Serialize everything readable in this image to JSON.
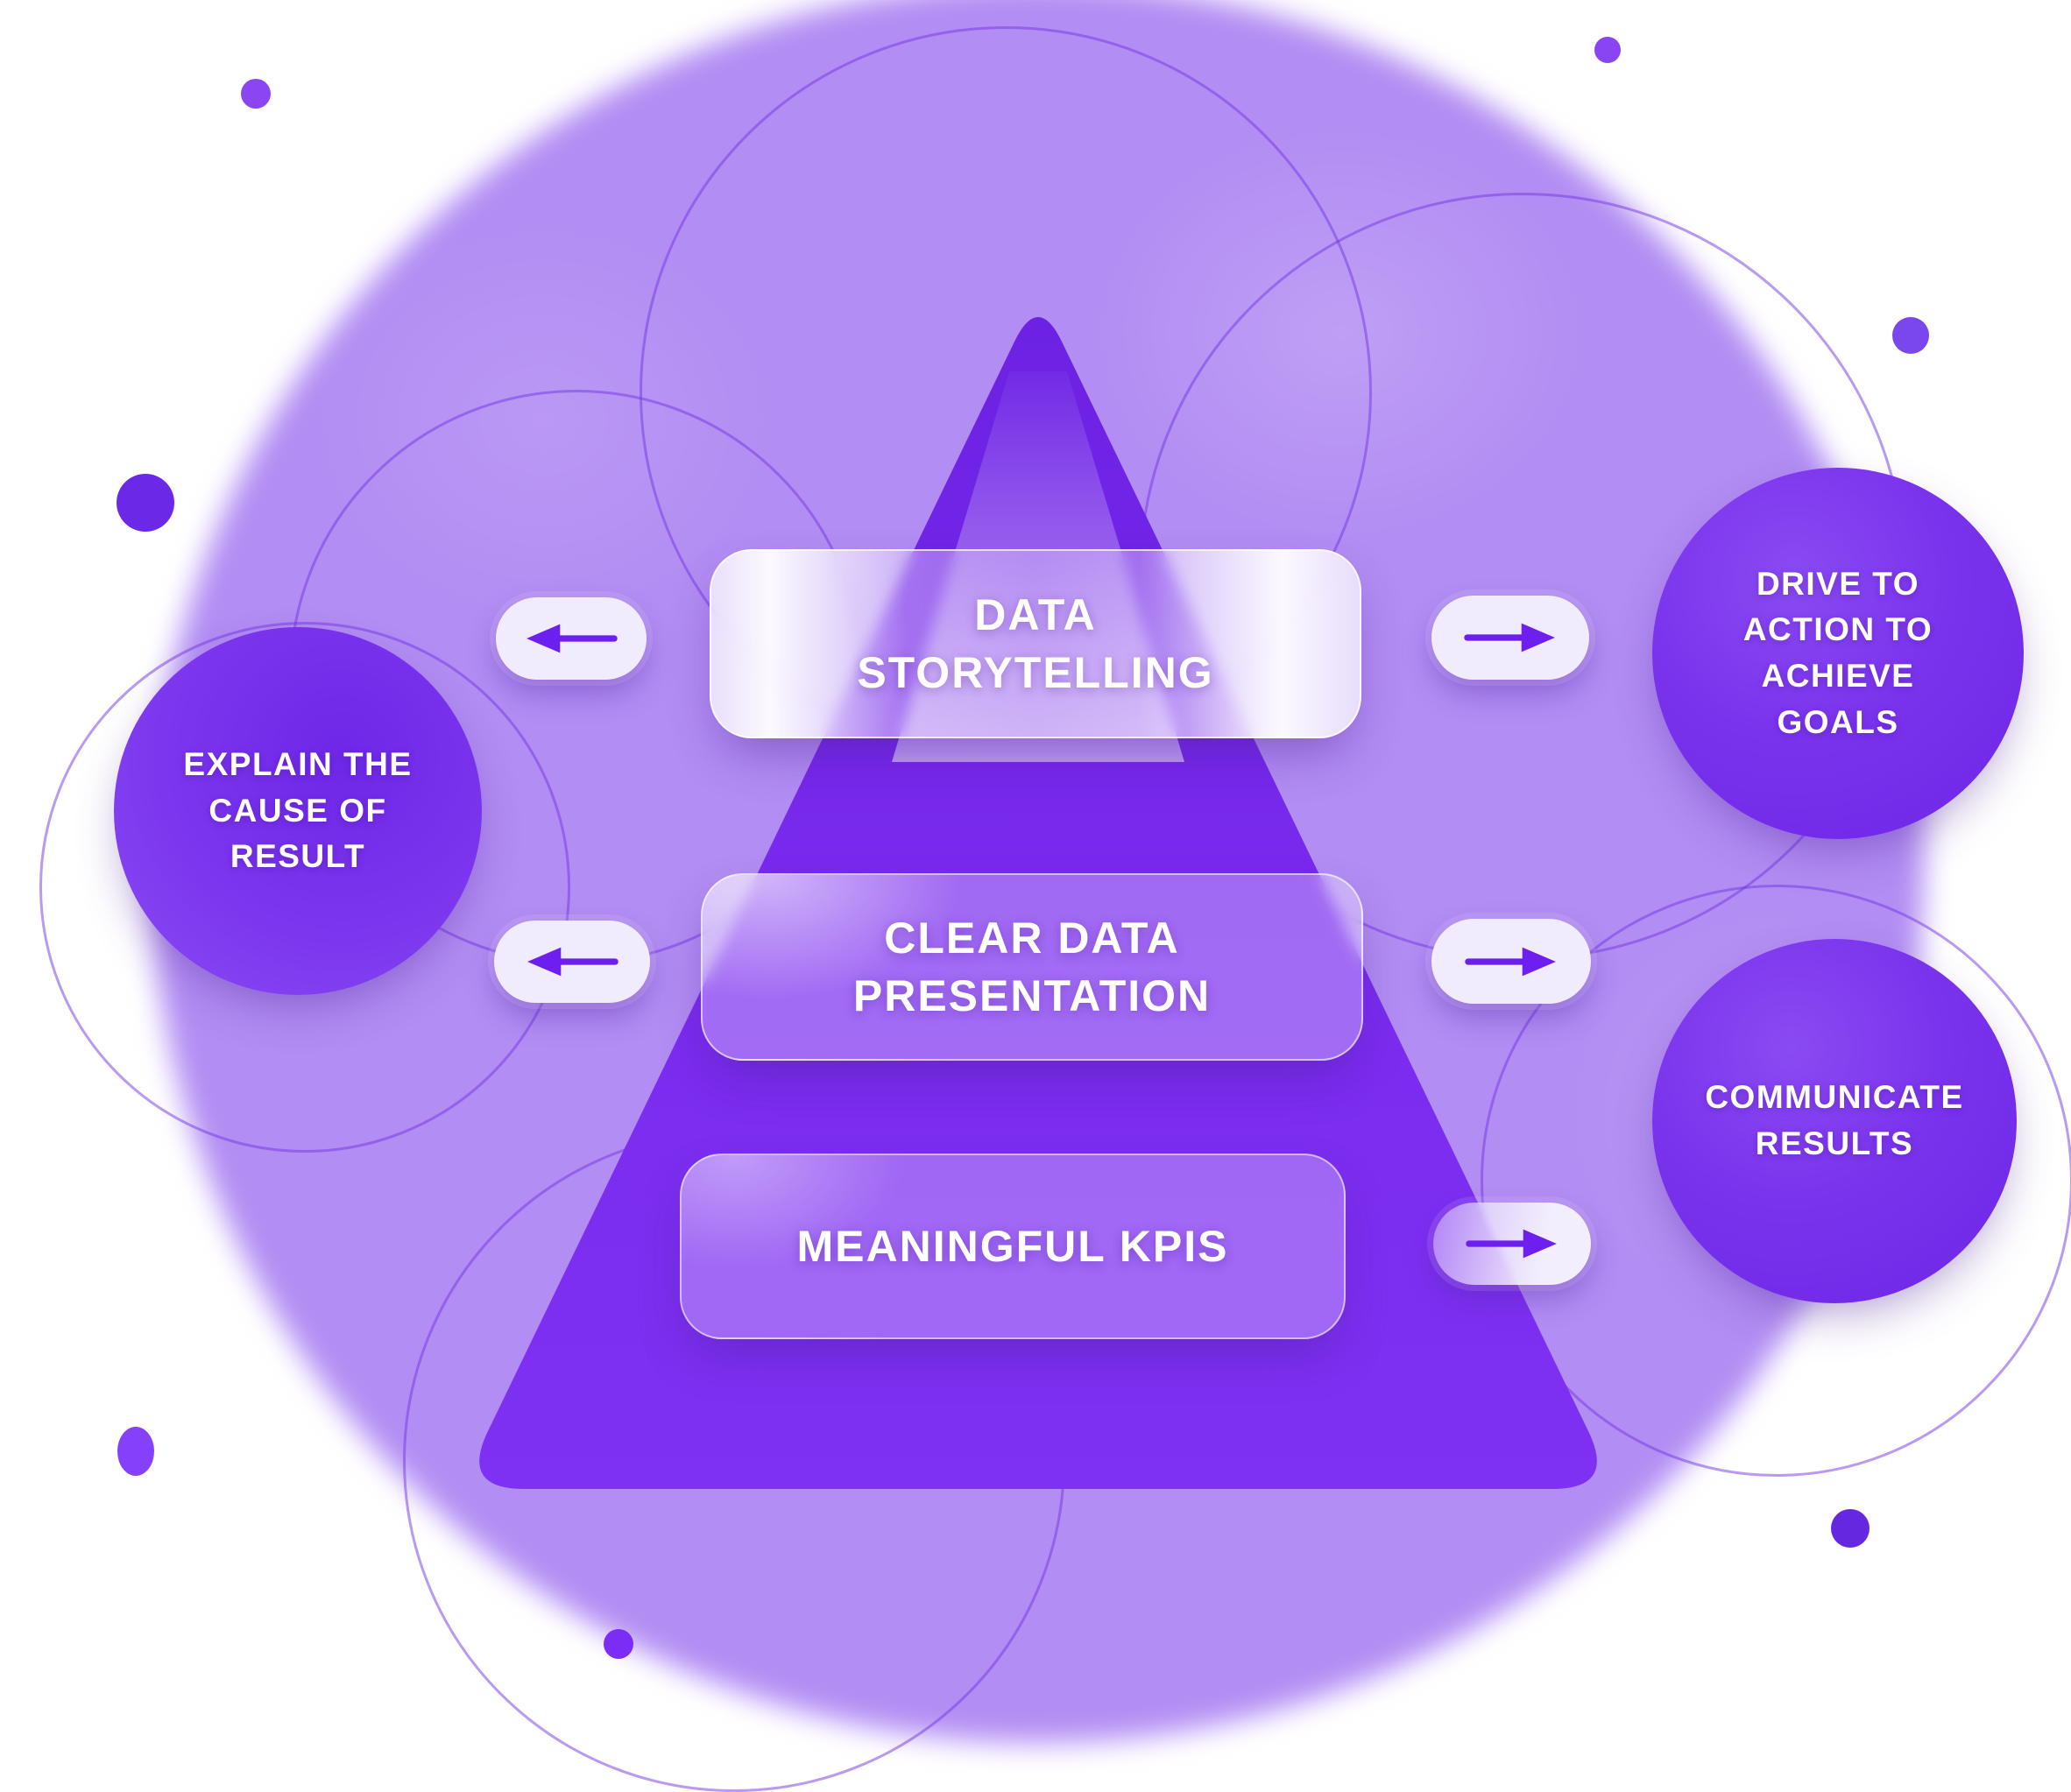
{
  "pyramid_boxes": [
    {
      "id": "data-storytelling",
      "label": "DATA STORYTELLING",
      "line1": "DATA",
      "line2": "STORYTELLING"
    },
    {
      "id": "clear-data-presentation",
      "label": "CLEAR DATA PRESENTATION",
      "line1": "CLEAR DATA",
      "line2": "PRESENTATION"
    },
    {
      "id": "meaningful-kpis",
      "label": "MEANINGFUL KPIS",
      "line1": "MEANINGFUL KPIS"
    }
  ],
  "side_circles": [
    {
      "id": "explain",
      "position": "left",
      "label": "EXPLAIN THE CAUSE OF RESULT",
      "line1": "EXPLAIN THE",
      "line2": "CAUSE OF",
      "line3": "RESULT"
    },
    {
      "id": "drive",
      "position": "top-right",
      "label": "DRIVE TO ACTION TO ACHIEVE GOALS",
      "line1": "DRIVE TO",
      "line2": "ACTION TO",
      "line3": "ACHIEVE",
      "line4": "GOALS"
    },
    {
      "id": "communicate",
      "position": "bottom-right",
      "label": "COMMUNICATE RESULTS",
      "line1": "COMMUNICATE",
      "line2": "RESULTS"
    }
  ],
  "arrows": [
    {
      "id": "arrow-top-left",
      "direction": "left"
    },
    {
      "id": "arrow-top-right",
      "direction": "right"
    },
    {
      "id": "arrow-middle-left",
      "direction": "left"
    },
    {
      "id": "arrow-middle-right",
      "direction": "right"
    },
    {
      "id": "arrow-bottom-right",
      "direction": "right"
    }
  ],
  "colors": {
    "page_background": "#ffffff",
    "blob": "#b28df3",
    "pyramid_top": "#6c21e3",
    "pyramid_bottom": "#7e31f2",
    "solid_circle": "#7a33ec",
    "arrow_glyph": "#6d1ff0",
    "outline_circle": "#7436e4",
    "text": "#ffffff"
  }
}
